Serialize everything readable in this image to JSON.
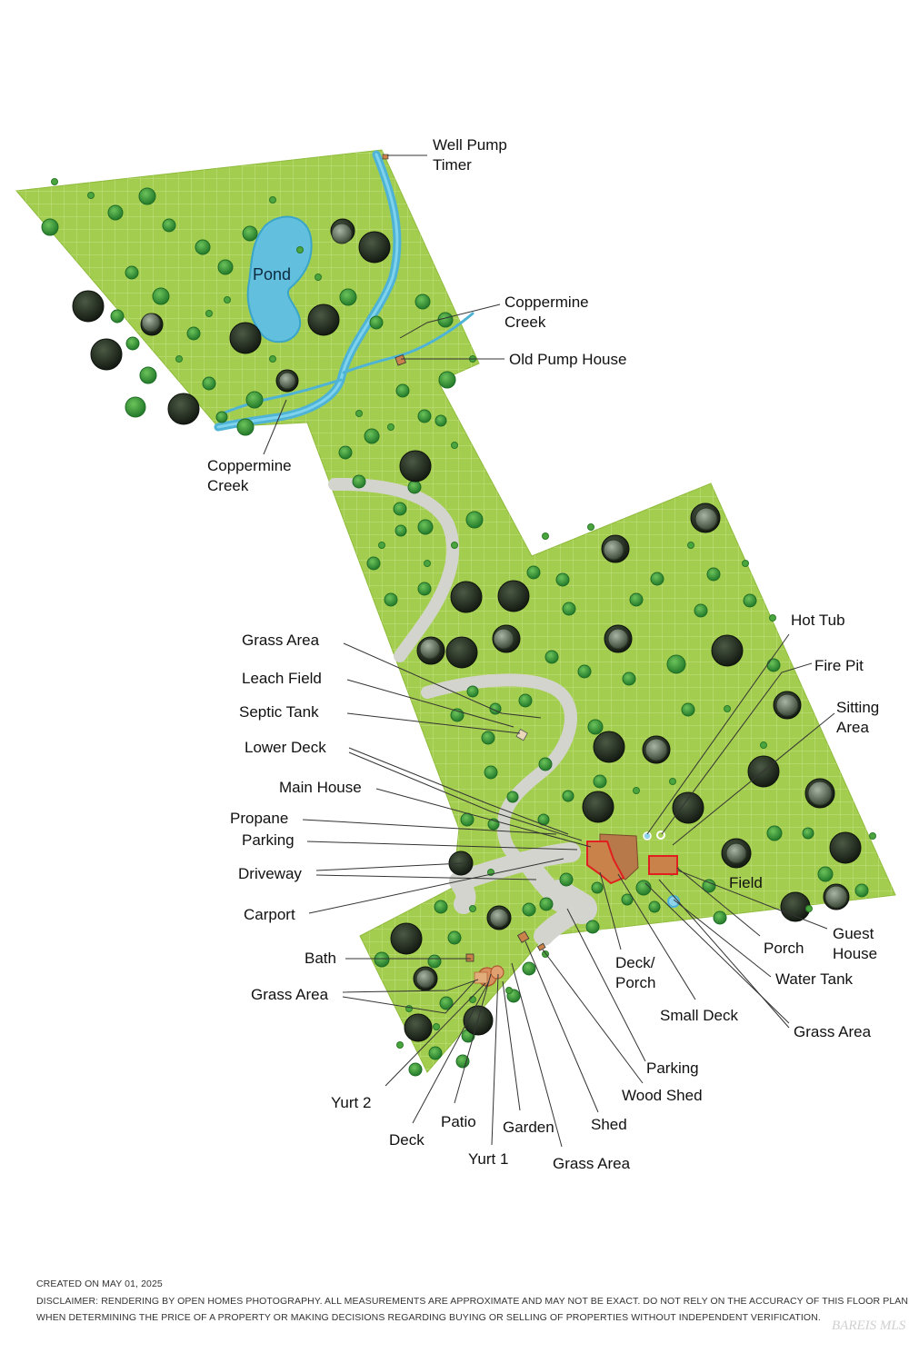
{
  "map": {
    "pond_label": "Pond",
    "field_label": "Field",
    "colors": {
      "grass": "#a3cd4e",
      "grid": "#c1e07c",
      "water": "#62c0de",
      "driveway": "#d3d3cf",
      "building": "#c9824a",
      "building_outline": "#e02020",
      "tree_dark": "#1f2a1c",
      "tree_green": "#3d9a3c"
    },
    "labels": [
      {
        "id": "well-pump-timer",
        "lines": [
          "Well Pump",
          "Timer"
        ]
      },
      {
        "id": "coppermine-creek-top",
        "lines": [
          "Coppermine",
          "Creek"
        ]
      },
      {
        "id": "old-pump-house",
        "lines": [
          "Old Pump House"
        ]
      },
      {
        "id": "coppermine-creek-bottom",
        "lines": [
          "Coppermine",
          "Creek"
        ]
      },
      {
        "id": "grass-area-1",
        "lines": [
          "Grass Area"
        ]
      },
      {
        "id": "leach-field",
        "lines": [
          "Leach Field"
        ]
      },
      {
        "id": "septic-tank",
        "lines": [
          "Septic Tank"
        ]
      },
      {
        "id": "lower-deck",
        "lines": [
          "Lower Deck"
        ]
      },
      {
        "id": "main-house",
        "lines": [
          "Main House"
        ]
      },
      {
        "id": "propane",
        "lines": [
          "Propane"
        ]
      },
      {
        "id": "parking-1",
        "lines": [
          "Parking"
        ]
      },
      {
        "id": "driveway",
        "lines": [
          "Driveway"
        ]
      },
      {
        "id": "carport",
        "lines": [
          "Carport"
        ]
      },
      {
        "id": "bath",
        "lines": [
          "Bath"
        ]
      },
      {
        "id": "grass-area-2",
        "lines": [
          "Grass Area"
        ]
      },
      {
        "id": "yurt-2",
        "lines": [
          "Yurt 2"
        ]
      },
      {
        "id": "deck",
        "lines": [
          "Deck"
        ]
      },
      {
        "id": "patio",
        "lines": [
          "Patio"
        ]
      },
      {
        "id": "yurt-1",
        "lines": [
          "Yurt 1"
        ]
      },
      {
        "id": "garden",
        "lines": [
          "Garden"
        ]
      },
      {
        "id": "grass-area-3",
        "lines": [
          "Grass Area"
        ]
      },
      {
        "id": "shed",
        "lines": [
          "Shed"
        ]
      },
      {
        "id": "wood-shed",
        "lines": [
          "Wood Shed"
        ]
      },
      {
        "id": "parking-2",
        "lines": [
          "Parking"
        ]
      },
      {
        "id": "deck-porch",
        "lines": [
          "Deck/",
          "Porch"
        ]
      },
      {
        "id": "small-deck",
        "lines": [
          "Small Deck"
        ]
      },
      {
        "id": "grass-area-4",
        "lines": [
          "Grass Area"
        ]
      },
      {
        "id": "water-tank",
        "lines": [
          "Water Tank"
        ]
      },
      {
        "id": "porch",
        "lines": [
          "Porch"
        ]
      },
      {
        "id": "guest-house",
        "lines": [
          "Guest",
          "House"
        ]
      },
      {
        "id": "hot-tub",
        "lines": [
          "Hot Tub"
        ]
      },
      {
        "id": "fire-pit",
        "lines": [
          "Fire Pit"
        ]
      },
      {
        "id": "sitting-area",
        "lines": [
          "Sitting",
          "Area"
        ]
      }
    ]
  },
  "footer": {
    "created": "CREATED ON MAY 01, 2025",
    "disclaimer_line1": "DISCLAIMER: RENDERING BY OPEN HOMES PHOTOGRAPHY. ALL MEASUREMENTS ARE APPROXIMATE AND MAY NOT BE EXACT. DO NOT RELY ON THE ACCURACY OF THIS FLOOR PLAN",
    "disclaimer_line2": "WHEN DETERMINING THE PRICE OF A PROPERTY OR MAKING DECISIONS REGARDING BUYING OR SELLING OF PROPERTIES WITHOUT INDEPENDENT VERIFICATION.",
    "watermark": "BAREIS MLS"
  }
}
